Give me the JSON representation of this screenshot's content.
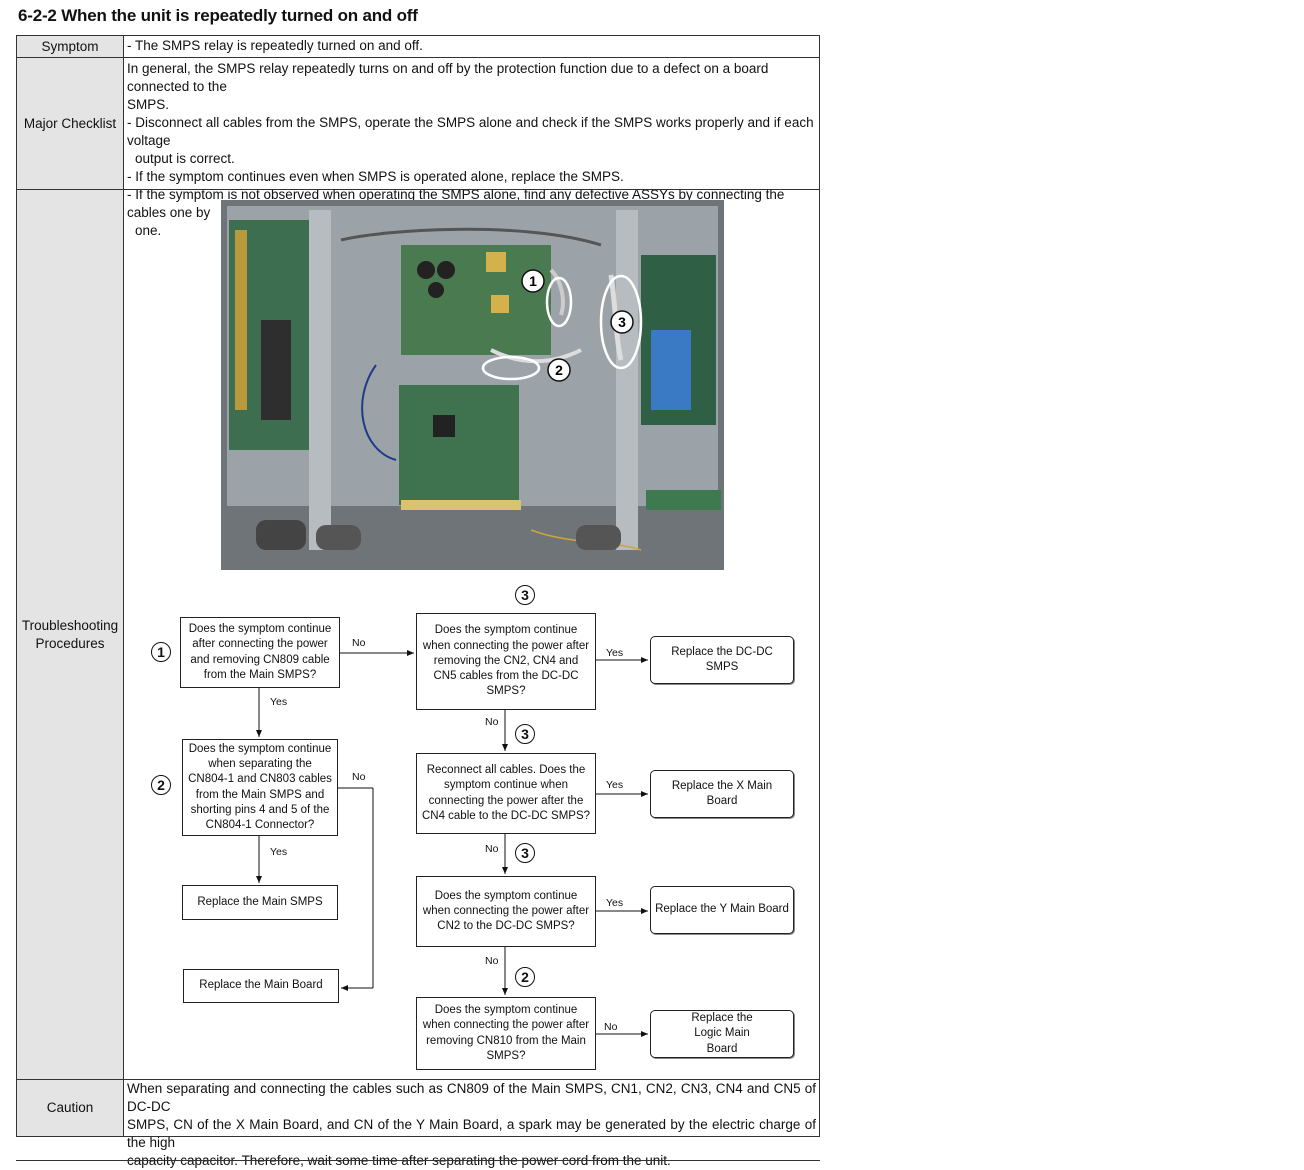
{
  "title": "6-2-2 When the unit is repeatedly turned on and off",
  "symptom": {
    "label": "Symptom",
    "text": "- The SMPS relay is repeatedly turned on and off."
  },
  "checklist": {
    "label": "Major Checklist",
    "lines": [
      "In general, the SMPS relay repeatedly turns on and off by the protection function due to a defect on a board connected to the",
      "SMPS.",
      "- Disconnect all cables from the SMPS, operate the SMPS alone and check if the SMPS works properly and if each voltage",
      "output is correct.",
      "- If the symptom continues even when SMPS is operated alone, replace the SMPS.",
      "- If the symptom is not observed when operating the SMPS alone, find any defective ASSYs by connecting the cables one by",
      "one."
    ]
  },
  "troubleshooting": {
    "label_line1": "Troubleshooting",
    "label_line2": "Procedures",
    "photo_markers": [
      "1",
      "2",
      "3"
    ],
    "flow": {
      "q1": "Does the symptom continue after connecting the power and removing CN809 cable from the Main SMPS?",
      "q2": "Does the symptom continue when separating the CN804-1 and CN803 cables from the Main SMPS and shorting pins 4 and 5 of the CN804-1 Connector?",
      "q3": "Does the symptom continue when connecting the power after removing the CN2, CN4 and CN5 cables from the DC-DC SMPS?",
      "q4": "Reconnect all cables. Does the symptom continue when connecting the power after the CN4 cable to the DC-DC SMPS?",
      "q5": "Does the symptom continue when connecting the power after CN2 to the DC-DC SMPS?",
      "q6": "Does the symptom continue when connecting the power after removing CN810 from the Main SMPS?",
      "r_dcdc": "Replace the DC-DC SMPS",
      "r_x": "Replace the X Main Board",
      "r_y": "Replace the Y Main Board",
      "r_logic": "Replace the Logic Main Board",
      "r_main_smps": "Replace the Main SMPS",
      "r_main_board": "Replace the Main Board",
      "yes": "Yes",
      "no": "No",
      "marker_1": "1",
      "marker_2": "2",
      "marker_3": "3"
    }
  },
  "caution": {
    "label": "Caution",
    "lines": [
      "When separating and connecting the cables such as CN809 of the Main SMPS, CN1, CN2, CN3, CN4 and CN5 of DC-DC",
      "SMPS, CN of the X Main Board, and CN of the Y Main Board, a spark may be generated by the electric charge of the high",
      "capacity capacitor. Therefore, wait some time after separating the power cord from the unit."
    ]
  }
}
